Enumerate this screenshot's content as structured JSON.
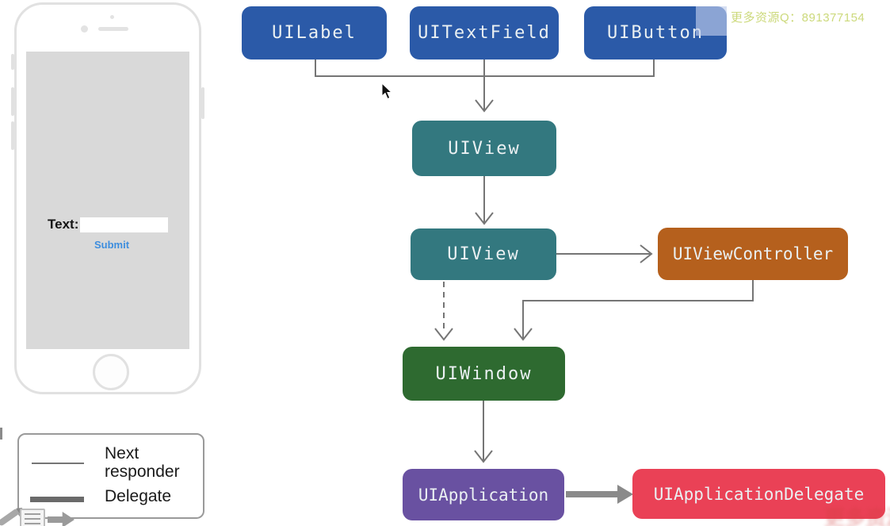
{
  "watermark_top": {
    "text": "更多资源Q：891377154",
    "color": "#ccd97b"
  },
  "watermark_bottom_fragment": {
    "text": "更多资源"
  },
  "phone_mockup": {
    "label_text": "Text:",
    "input_value": "",
    "submit_label": "Submit",
    "submit_color": "#3e8ede"
  },
  "legend": {
    "items": [
      {
        "line_style": "thin",
        "label": "Next responder"
      },
      {
        "line_style": "thick",
        "label": "Delegate"
      }
    ]
  },
  "diagram": {
    "nodes": {
      "uilabel": {
        "label": "UILabel",
        "color": "#2b5aa8"
      },
      "uitextfield": {
        "label": "UITextField",
        "color": "#2b5aa8"
      },
      "uibutton": {
        "label": "UIButton",
        "color": "#2b5aa8"
      },
      "uiview1": {
        "label": "UIView",
        "color": "#33787f"
      },
      "uiview2": {
        "label": "UIView",
        "color": "#33787f"
      },
      "uiviewcontroller": {
        "label": "UIViewController",
        "color": "#b5601d"
      },
      "uiwindow": {
        "label": "UIWindow",
        "color": "#2e6a30"
      },
      "uiapplication": {
        "label": "UIApplication",
        "color": "#6951a1"
      },
      "uiappdelegate": {
        "label": "UIApplicationDelegate",
        "color": "#ea4156"
      }
    },
    "edges": [
      {
        "from": "UILabel",
        "to": "UIView",
        "type": "next-responder"
      },
      {
        "from": "UITextField",
        "to": "UIView",
        "type": "next-responder"
      },
      {
        "from": "UIButton",
        "to": "UIView",
        "type": "next-responder"
      },
      {
        "from": "UIView",
        "to": "UIView",
        "type": "next-responder"
      },
      {
        "from": "UIView",
        "to": "UIViewController",
        "type": "next-responder"
      },
      {
        "from": "UIView",
        "to": "UIWindow",
        "type": "next-responder-dashed"
      },
      {
        "from": "UIViewController",
        "to": "UIWindow",
        "type": "next-responder"
      },
      {
        "from": "UIWindow",
        "to": "UIApplication",
        "type": "next-responder"
      },
      {
        "from": "UIApplication",
        "to": "UIApplicationDelegate",
        "type": "delegate"
      }
    ]
  }
}
